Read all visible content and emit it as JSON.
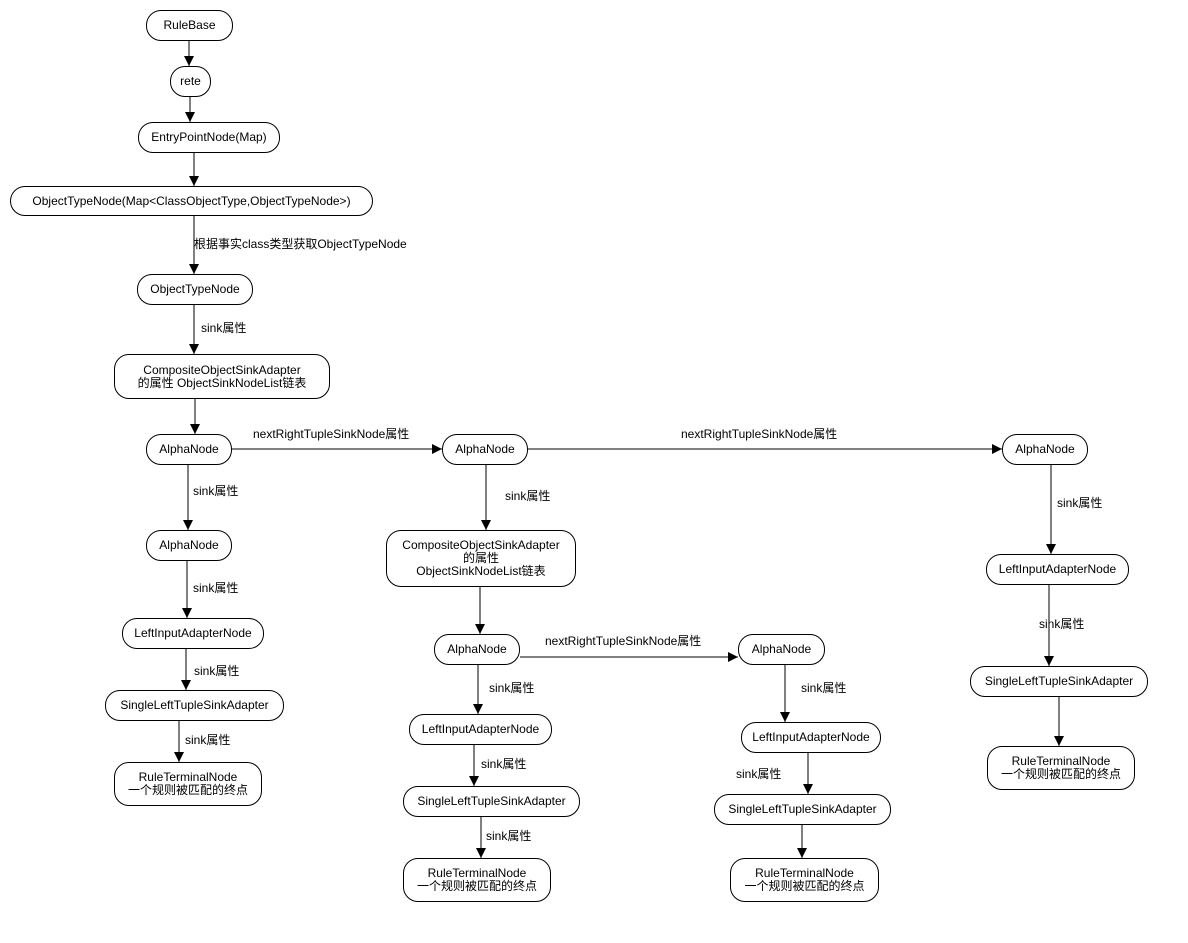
{
  "nodes": {
    "rulebase": [
      "RuleBase"
    ],
    "rete": [
      "rete"
    ],
    "entry": [
      "EntryPointNode(Map)"
    ],
    "otnmap": [
      "ObjectTypeNode(Map<ClassObjectType,ObjectTypeNode>)"
    ],
    "otn": [
      "ObjectTypeNode"
    ],
    "cosa1": [
      "CompositeObjectSinkAdapter",
      "的属性 ObjectSinkNodeList链表"
    ],
    "alpha1": [
      "AlphaNode"
    ],
    "alpha2": [
      "AlphaNode"
    ],
    "alpha3": [
      "AlphaNode"
    ],
    "c1_alpha": [
      "AlphaNode"
    ],
    "c1_lian": [
      "LeftInputAdapterNode"
    ],
    "c1_sltsa": [
      "SingleLeftTupleSinkAdapter"
    ],
    "c1_rtn": [
      "RuleTerminalNode",
      "一个规则被匹配的终点"
    ],
    "cosa2": [
      "CompositeObjectSinkAdapter",
      "的属性",
      "ObjectSinkNodeList链表"
    ],
    "c2_alpha": [
      "AlphaNode"
    ],
    "c3_alpha": [
      "AlphaNode"
    ],
    "c2_lian": [
      "LeftInputAdapterNode"
    ],
    "c2_sltsa": [
      "SingleLeftTupleSinkAdapter"
    ],
    "c2_rtn": [
      "RuleTerminalNode",
      "一个规则被匹配的终点"
    ],
    "c3_lian": [
      "LeftInputAdapterNode"
    ],
    "c3_sltsa": [
      "SingleLeftTupleSinkAdapter"
    ],
    "c3_rtn": [
      "RuleTerminalNode",
      "一个规则被匹配的终点"
    ],
    "c4_lian": [
      "LeftInputAdapterNode"
    ],
    "c4_sltsa": [
      "SingleLeftTupleSinkAdapter"
    ],
    "c4_rtn": [
      "RuleTerminalNode",
      "一个规则被匹配的终点"
    ]
  },
  "edge_labels": {
    "e_otnmap_otn": "根据事实class类型获取ObjectTypeNode",
    "e_otn_cosa1": "sink属性",
    "e_a1_a2": "nextRightTupleSinkNode属性",
    "e_a2_a3": "nextRightTupleSinkNode属性",
    "e_a1_c1": "sink属性",
    "e_c1a_lian": "sink属性",
    "e_c1_lian_s": "sink属性",
    "e_c1_s_rtn": "sink属性",
    "e_a2_cosa2": "sink属性",
    "e_c2a_c3a": "nextRightTupleSinkNode属性",
    "e_c2a_lian": "sink属性",
    "e_c2_lian_s": "sink属性",
    "e_c2_s_rtn": "sink属性",
    "e_c3a_lian": "sink属性",
    "e_c3_lian_s": "sink属性",
    "e_a3_c4": "sink属性",
    "e_c4_lian_s": "sink属性"
  }
}
